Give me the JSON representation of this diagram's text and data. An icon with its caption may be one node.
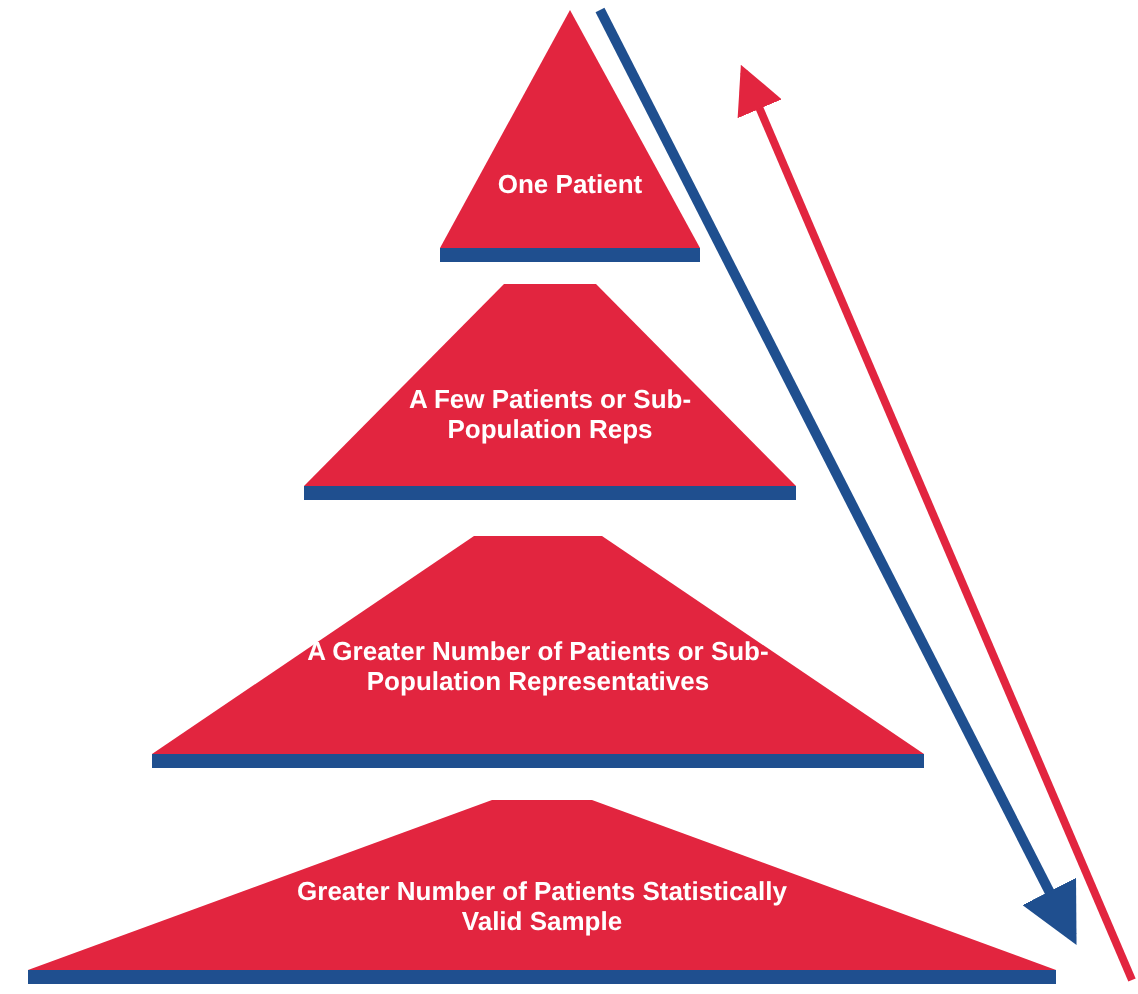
{
  "diagram": {
    "nodes": [
      {
        "text": [
          "One Patient"
        ]
      },
      {
        "text": [
          "A Few Patients or Sub-Population Reps"
        ]
      },
      {
        "text": [
          "A Greater Number of Patients or Sub-Population Representatives"
        ]
      },
      {
        "text": [
          "Greater Number of Patients Statistically Valid Sample"
        ]
      }
    ]
  }
}
